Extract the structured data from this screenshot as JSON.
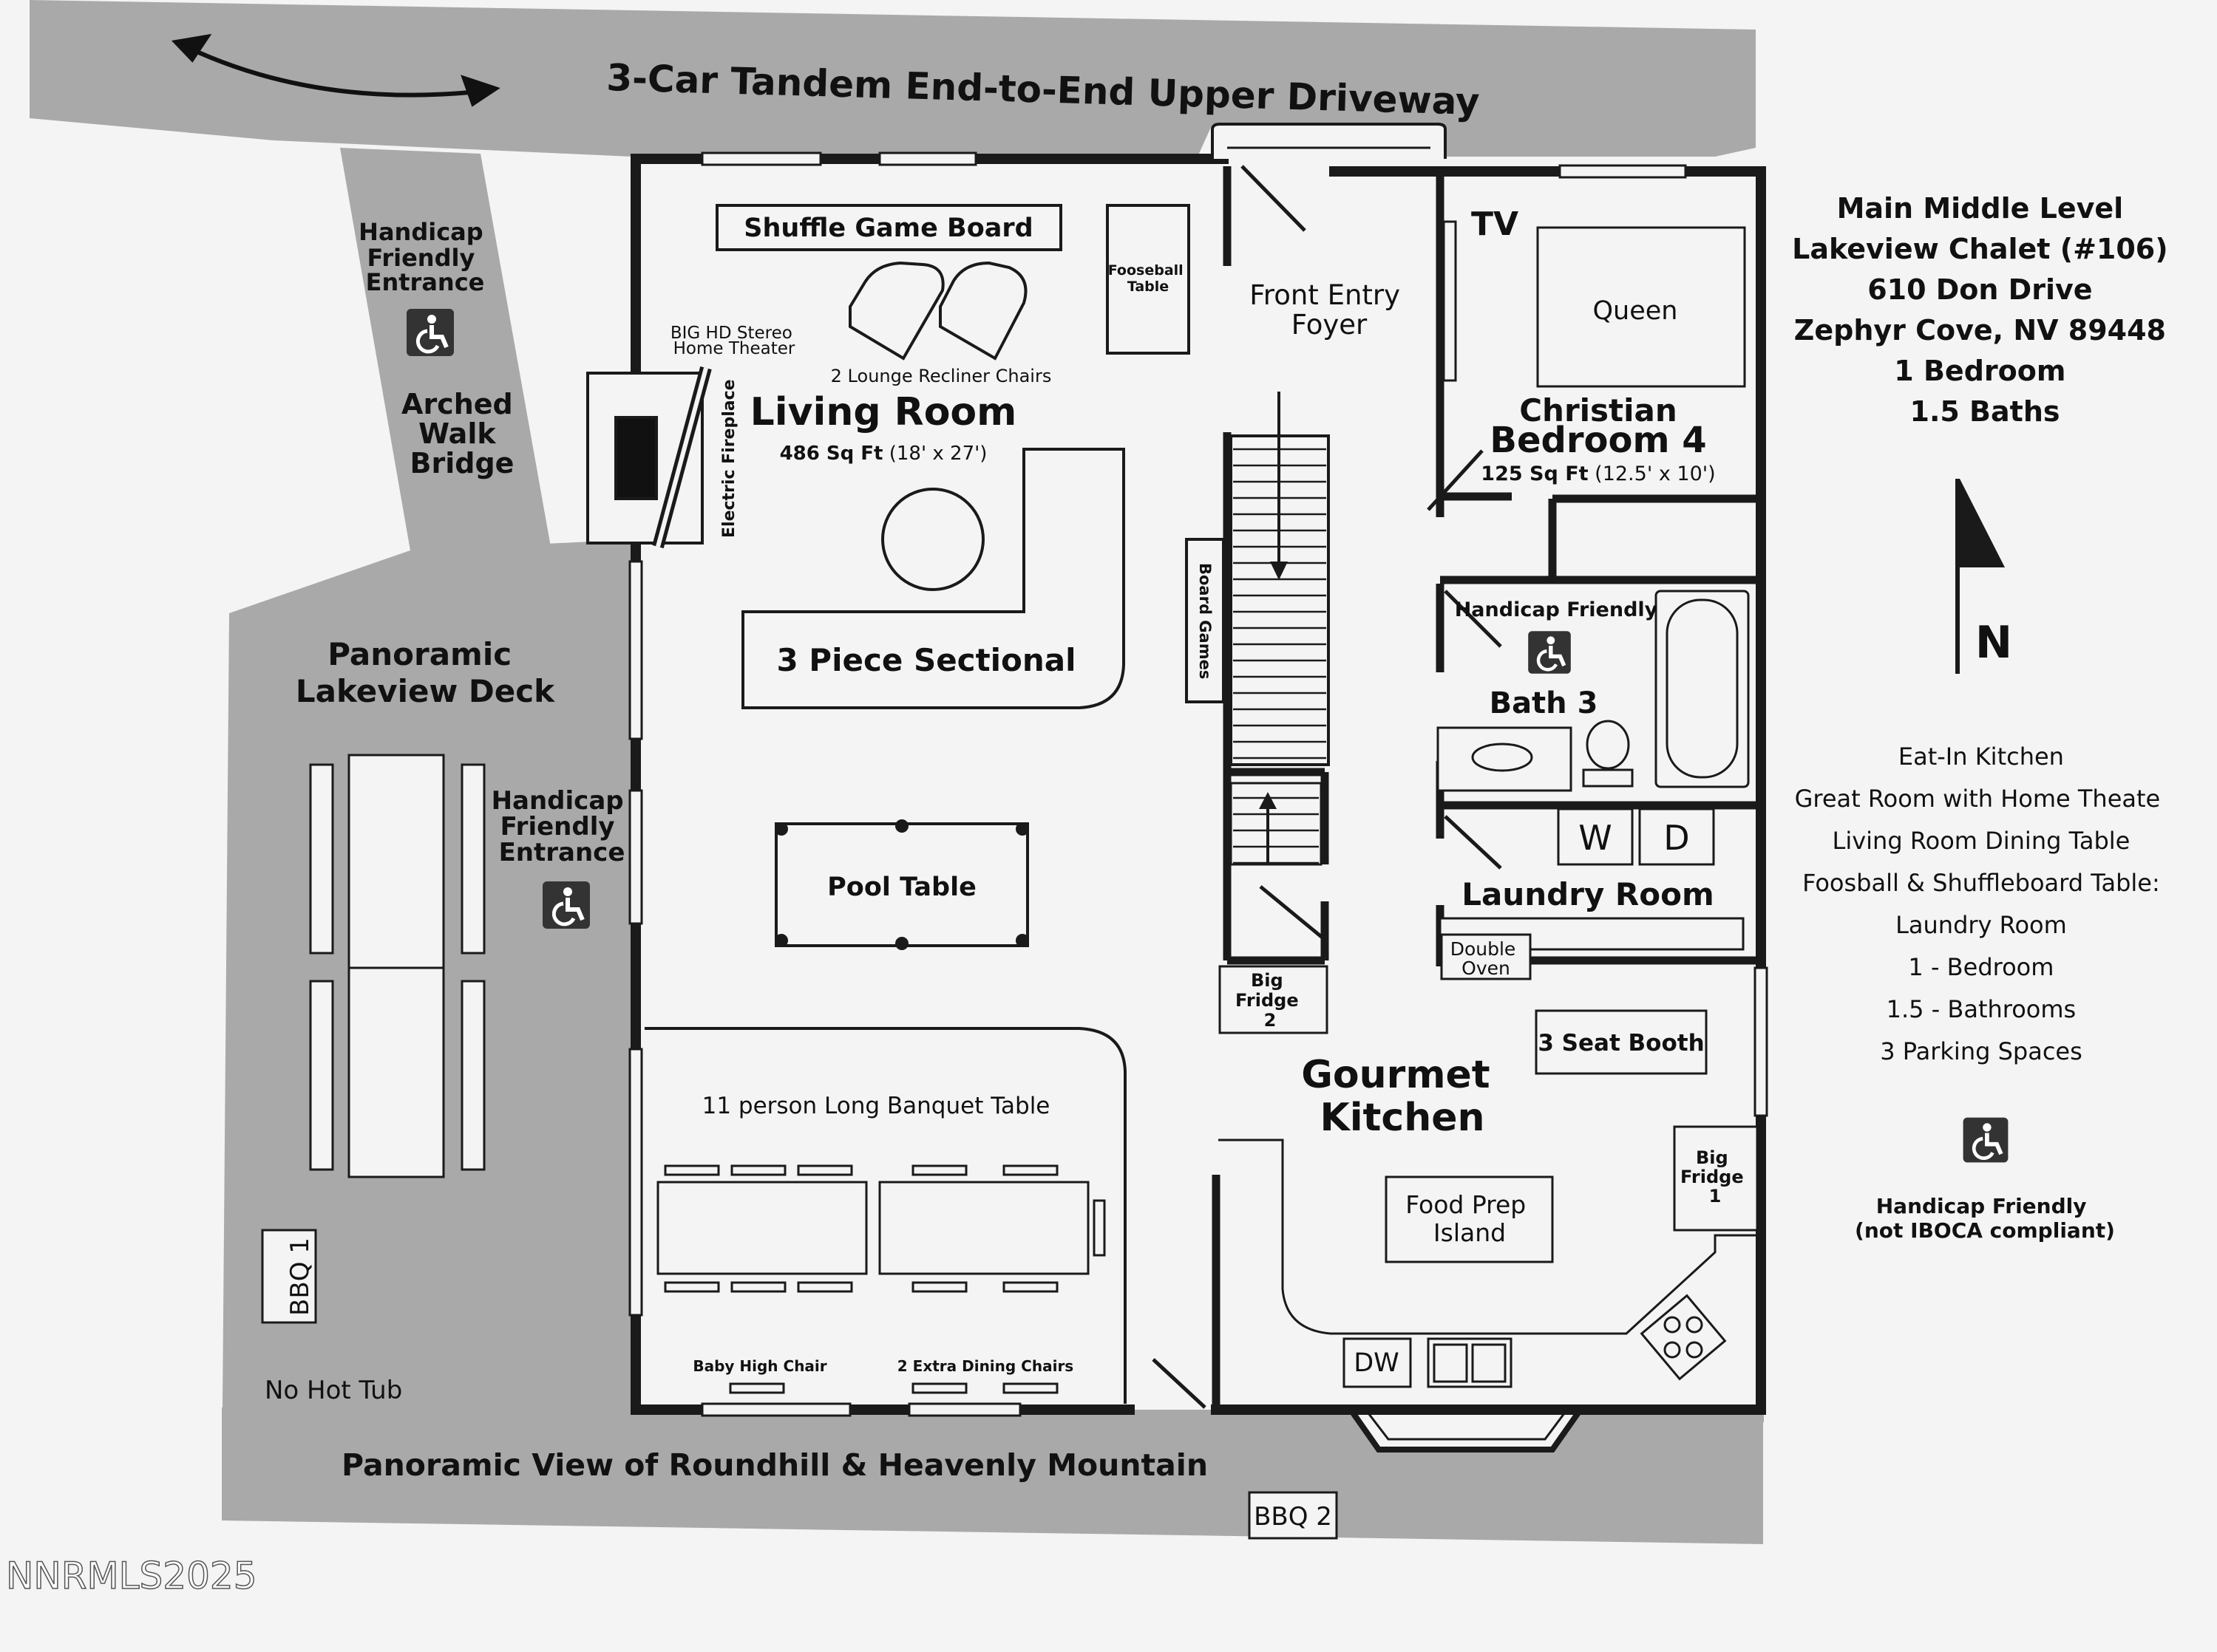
{
  "driveway": {
    "label": "3-Car Tandem End-to-End Upper Driveway"
  },
  "bridge": {
    "entrance_lines": [
      "Handicap",
      "Friendly",
      "Entrance"
    ],
    "label_lines": [
      "Arched",
      "Walk",
      "Bridge"
    ]
  },
  "deck": {
    "label_lines": [
      "Panoramic",
      "Lakeview Deck"
    ],
    "entrance_lines": [
      "Handicap",
      "Friendly",
      "Entrance"
    ],
    "bbq1": "BBQ 1",
    "no_hot_tub": "No Hot Tub"
  },
  "bottom": {
    "view_label": "Panoramic View of Roundhill & Heavenly Mountain",
    "bbq2": "BBQ 2"
  },
  "living": {
    "shuffle_board": "Shuffle Game Board",
    "fooseball_lines": [
      "Fooseball",
      "Table"
    ],
    "theater_lines": [
      "BIG HD Stereo",
      "Home Theater"
    ],
    "recliners": "2 Lounge Recliner Chairs",
    "name": "Living Room",
    "area": "486 Sq Ft",
    "dims": "(18' x 27')",
    "fireplace": "Electric Fireplace",
    "sectional": "3 Piece Sectional",
    "board_games": "Board Games",
    "pool_table": "Pool Table",
    "banquet": "11 person Long Banquet Table",
    "high_chair": "Baby High Chair",
    "extra_chairs": "2 Extra Dining Chairs"
  },
  "foyer": {
    "label_lines": [
      "Front Entry",
      "Foyer"
    ]
  },
  "bedroom": {
    "tv": "TV",
    "bed": "Queen",
    "name_line1": "Christian",
    "name_line2": "Bedroom 4",
    "area": "125 Sq Ft",
    "dims": "(12.5' x 10')"
  },
  "bath": {
    "handicap": "Handicap Friendly",
    "name": "Bath 3"
  },
  "laundry": {
    "washer": "W",
    "dryer": "D",
    "name": "Laundry Room",
    "oven_lines": [
      "Double",
      "Oven"
    ]
  },
  "kitchen": {
    "fridge2_lines": [
      "Big",
      "Fridge",
      "2"
    ],
    "booth": "3 Seat Booth",
    "name_lines": [
      "Gourmet",
      "Kitchen"
    ],
    "fridge1_lines": [
      "Big",
      "Fridge",
      "1"
    ],
    "island_lines": [
      "Food Prep",
      "Island"
    ],
    "dishwasher": "DW"
  },
  "info": {
    "title_lines": [
      "Main Middle Level",
      "Lakeview Chalet (#106)",
      "610 Don Drive",
      "Zephyr Cove, NV 89448",
      "1 Bedroom",
      "1.5 Baths"
    ],
    "compass": "N",
    "features": [
      "Eat-In Kitchen",
      "Great Room with Home Theate",
      "Living Room Dining Table",
      "Foosball & Shuffleboard Table:",
      "Laundry Room",
      "1 - Bedroom",
      "1.5 - Bathrooms",
      "3 Parking Spaces"
    ],
    "handicap_lines": [
      "Handicap Friendly",
      "(not IBOCA compliant)"
    ]
  },
  "watermark": "NNRMLS2025",
  "colors": {
    "paper": "#f4f4f4",
    "exterior": "#a9a9a9",
    "wall": "#1a1a1a"
  }
}
